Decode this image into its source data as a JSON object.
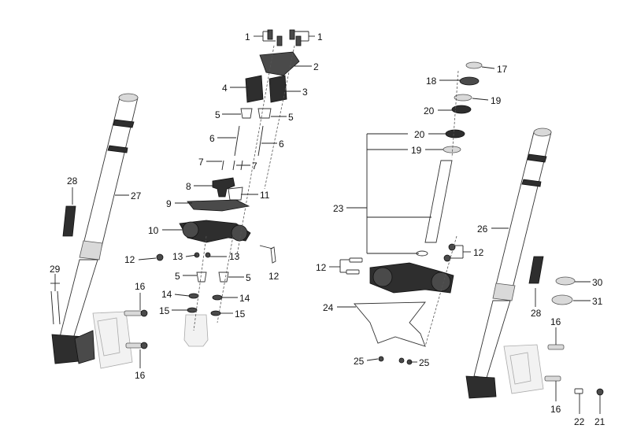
{
  "callouts": {
    "c1a": "1",
    "c1b": "1",
    "c2": "2",
    "c3": "3",
    "c4": "4",
    "c5a": "5",
    "c5b": "5",
    "c5c": "5",
    "c5d": "5",
    "c6a": "6",
    "c6b": "6",
    "c7a": "7",
    "c7b": "7",
    "c8": "8",
    "c9": "9",
    "c10": "10",
    "c11": "11",
    "c12a": "12",
    "c12b": "12",
    "c12c": "12",
    "c12d": "12",
    "c13a": "13",
    "c13b": "13",
    "c14a": "14",
    "c14b": "14",
    "c15a": "15",
    "c15b": "15",
    "c16a": "16",
    "c16b": "16",
    "c16c": "16",
    "c16d": "16",
    "c17": "17",
    "c18": "18",
    "c19a": "19",
    "c19b": "19",
    "c20a": "20",
    "c20b": "20",
    "c21": "21",
    "c22": "22",
    "c23": "23",
    "c24": "24",
    "c25a": "25",
    "c25b": "25",
    "c26": "26",
    "c27": "27",
    "c28a": "28",
    "c28b": "28",
    "c29": "29",
    "c30": "30",
    "c31": "31"
  }
}
